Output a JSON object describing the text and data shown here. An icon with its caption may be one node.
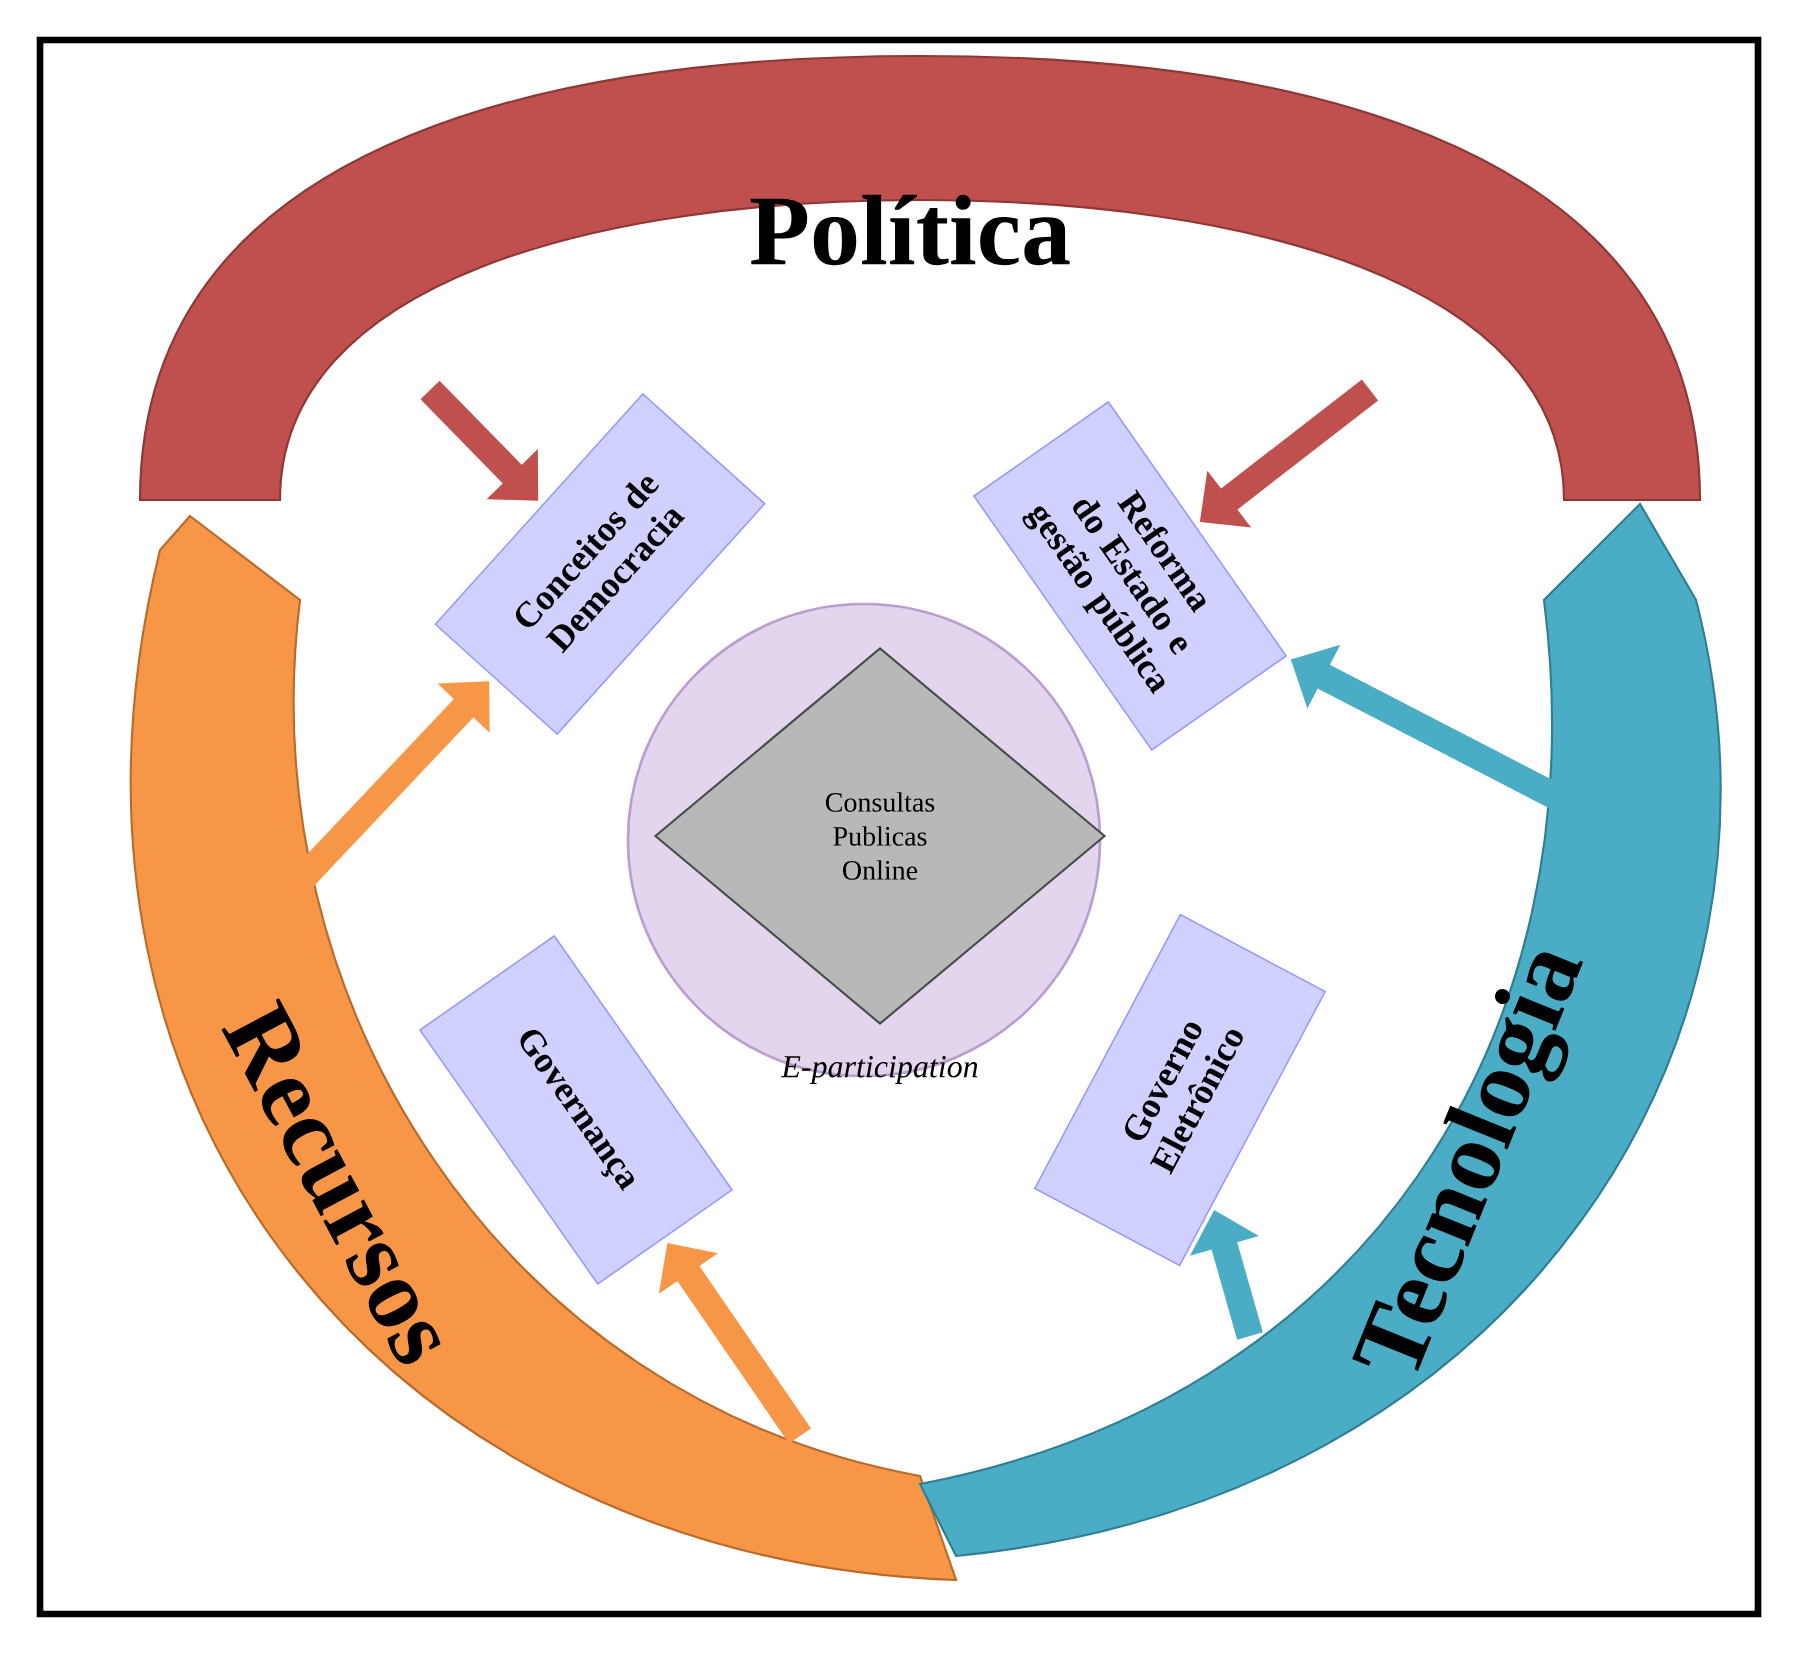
{
  "diagram": {
    "nodes": [
      {
        "text": [
          "Política"
        ]
      },
      {
        "text": [
          "Recursos"
        ]
      },
      {
        "text": [
          "Tecnologia"
        ]
      },
      {
        "text": [
          "Conceitos de Democracia"
        ]
      },
      {
        "text": [
          "Reforma do Estado e gestão pública"
        ]
      },
      {
        "text": [
          "Governança"
        ]
      },
      {
        "text": [
          "Governo Eletrônico"
        ]
      },
      {
        "text": [
          "E-participation"
        ]
      },
      {
        "text": [
          "Consultas Publicas Online"
        ],
        "in": 7
      }
    ],
    "edges": [
      {
        "from": 0,
        "to": 3,
        "arrow": "to",
        "color": "#c0504d"
      },
      {
        "from": 0,
        "to": 4,
        "arrow": "to",
        "color": "#c0504d"
      },
      {
        "from": 1,
        "to": 3,
        "arrow": "to",
        "color": "#f79646"
      },
      {
        "from": 1,
        "to": 5,
        "arrow": "to",
        "color": "#f79646"
      },
      {
        "from": 2,
        "to": 4,
        "arrow": "to",
        "color": "#4bacc6"
      },
      {
        "from": 2,
        "to": 6,
        "arrow": "to",
        "color": "#4bacc6"
      }
    ]
  }
}
